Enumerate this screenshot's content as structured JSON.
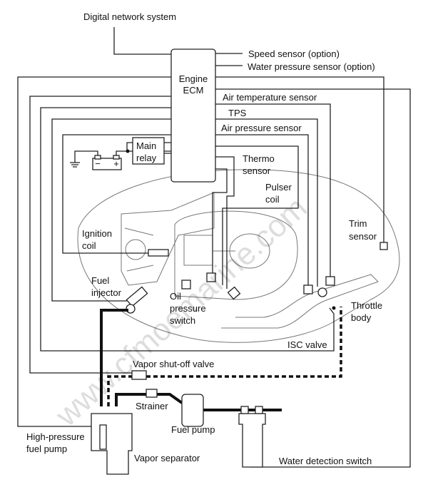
{
  "labels": {
    "digital_network": "Digital network system",
    "speed_sensor": "Speed sensor (option)",
    "water_pressure_sensor": "Water pressure sensor (option)",
    "ecm_line1": "Engine",
    "ecm_line2": "ECM",
    "air_temp_sensor": "Air temperature sensor",
    "tps": "TPS",
    "air_pressure_sensor": "Air pressure sensor",
    "main_relay_line1": "Main",
    "main_relay_line2": "relay",
    "thermo_line1": "Thermo",
    "thermo_line2": "sensor",
    "pulser_line1": "Pulser",
    "pulser_line2": "coil",
    "trim_line1": "Trim",
    "trim_line2": "sensor",
    "ignition_line1": "Ignition",
    "ignition_line2": "coil",
    "injector_line1": "Fuel",
    "injector_line2": "injector",
    "oil_line1": "Oil",
    "oil_line2": "pressure",
    "oil_line3": "switch",
    "throttle_line1": "Throttle",
    "throttle_line2": "body",
    "isc_valve": "ISC valve",
    "vapor_shutoff": "Vapor shut-off valve",
    "strainer": "Strainer",
    "fuel_pump": "Fuel pump",
    "hp_pump_line1": "High-pressure",
    "hp_pump_line2": "fuel pump",
    "vapor_separator": "Vapor separator",
    "water_detection": "Water detection switch",
    "battery_minus": "−",
    "battery_plus": "+"
  },
  "watermark": "www.cfmoemarine.com"
}
